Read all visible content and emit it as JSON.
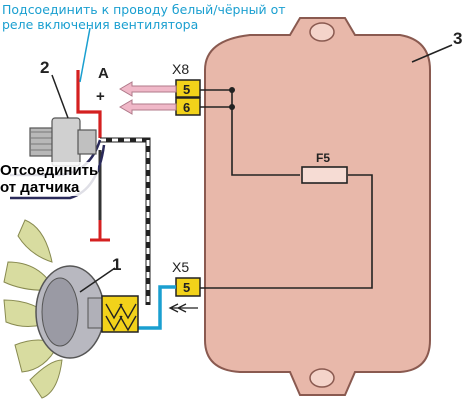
{
  "annotation_top": {
    "line1": "Подсоединить к проводу белый/чёрный от",
    "line2": "реле включения вентилятора"
  },
  "annotation_left": {
    "line1": "Отсоединить",
    "line2": "от датчика"
  },
  "labels": {
    "part2": "2",
    "part1": "1",
    "part3": "3",
    "terminal_a": "A",
    "plus": "+",
    "connector_x8": "X8",
    "connector_x5": "X5",
    "pin5_top": "5",
    "pin6": "6",
    "pin5_bottom": "5",
    "fuse": "F5"
  },
  "colors": {
    "module_fill": "#e8b8aa",
    "module_stroke": "#8a5a50",
    "pin_fill": "#f2d21a",
    "wire_red": "#d42020",
    "wire_blue": "#1a9fd0",
    "wire_dark": "#2a2a5a",
    "arrow_pink": "#f0b8c8",
    "annotation_text": "#1a9fd0"
  }
}
